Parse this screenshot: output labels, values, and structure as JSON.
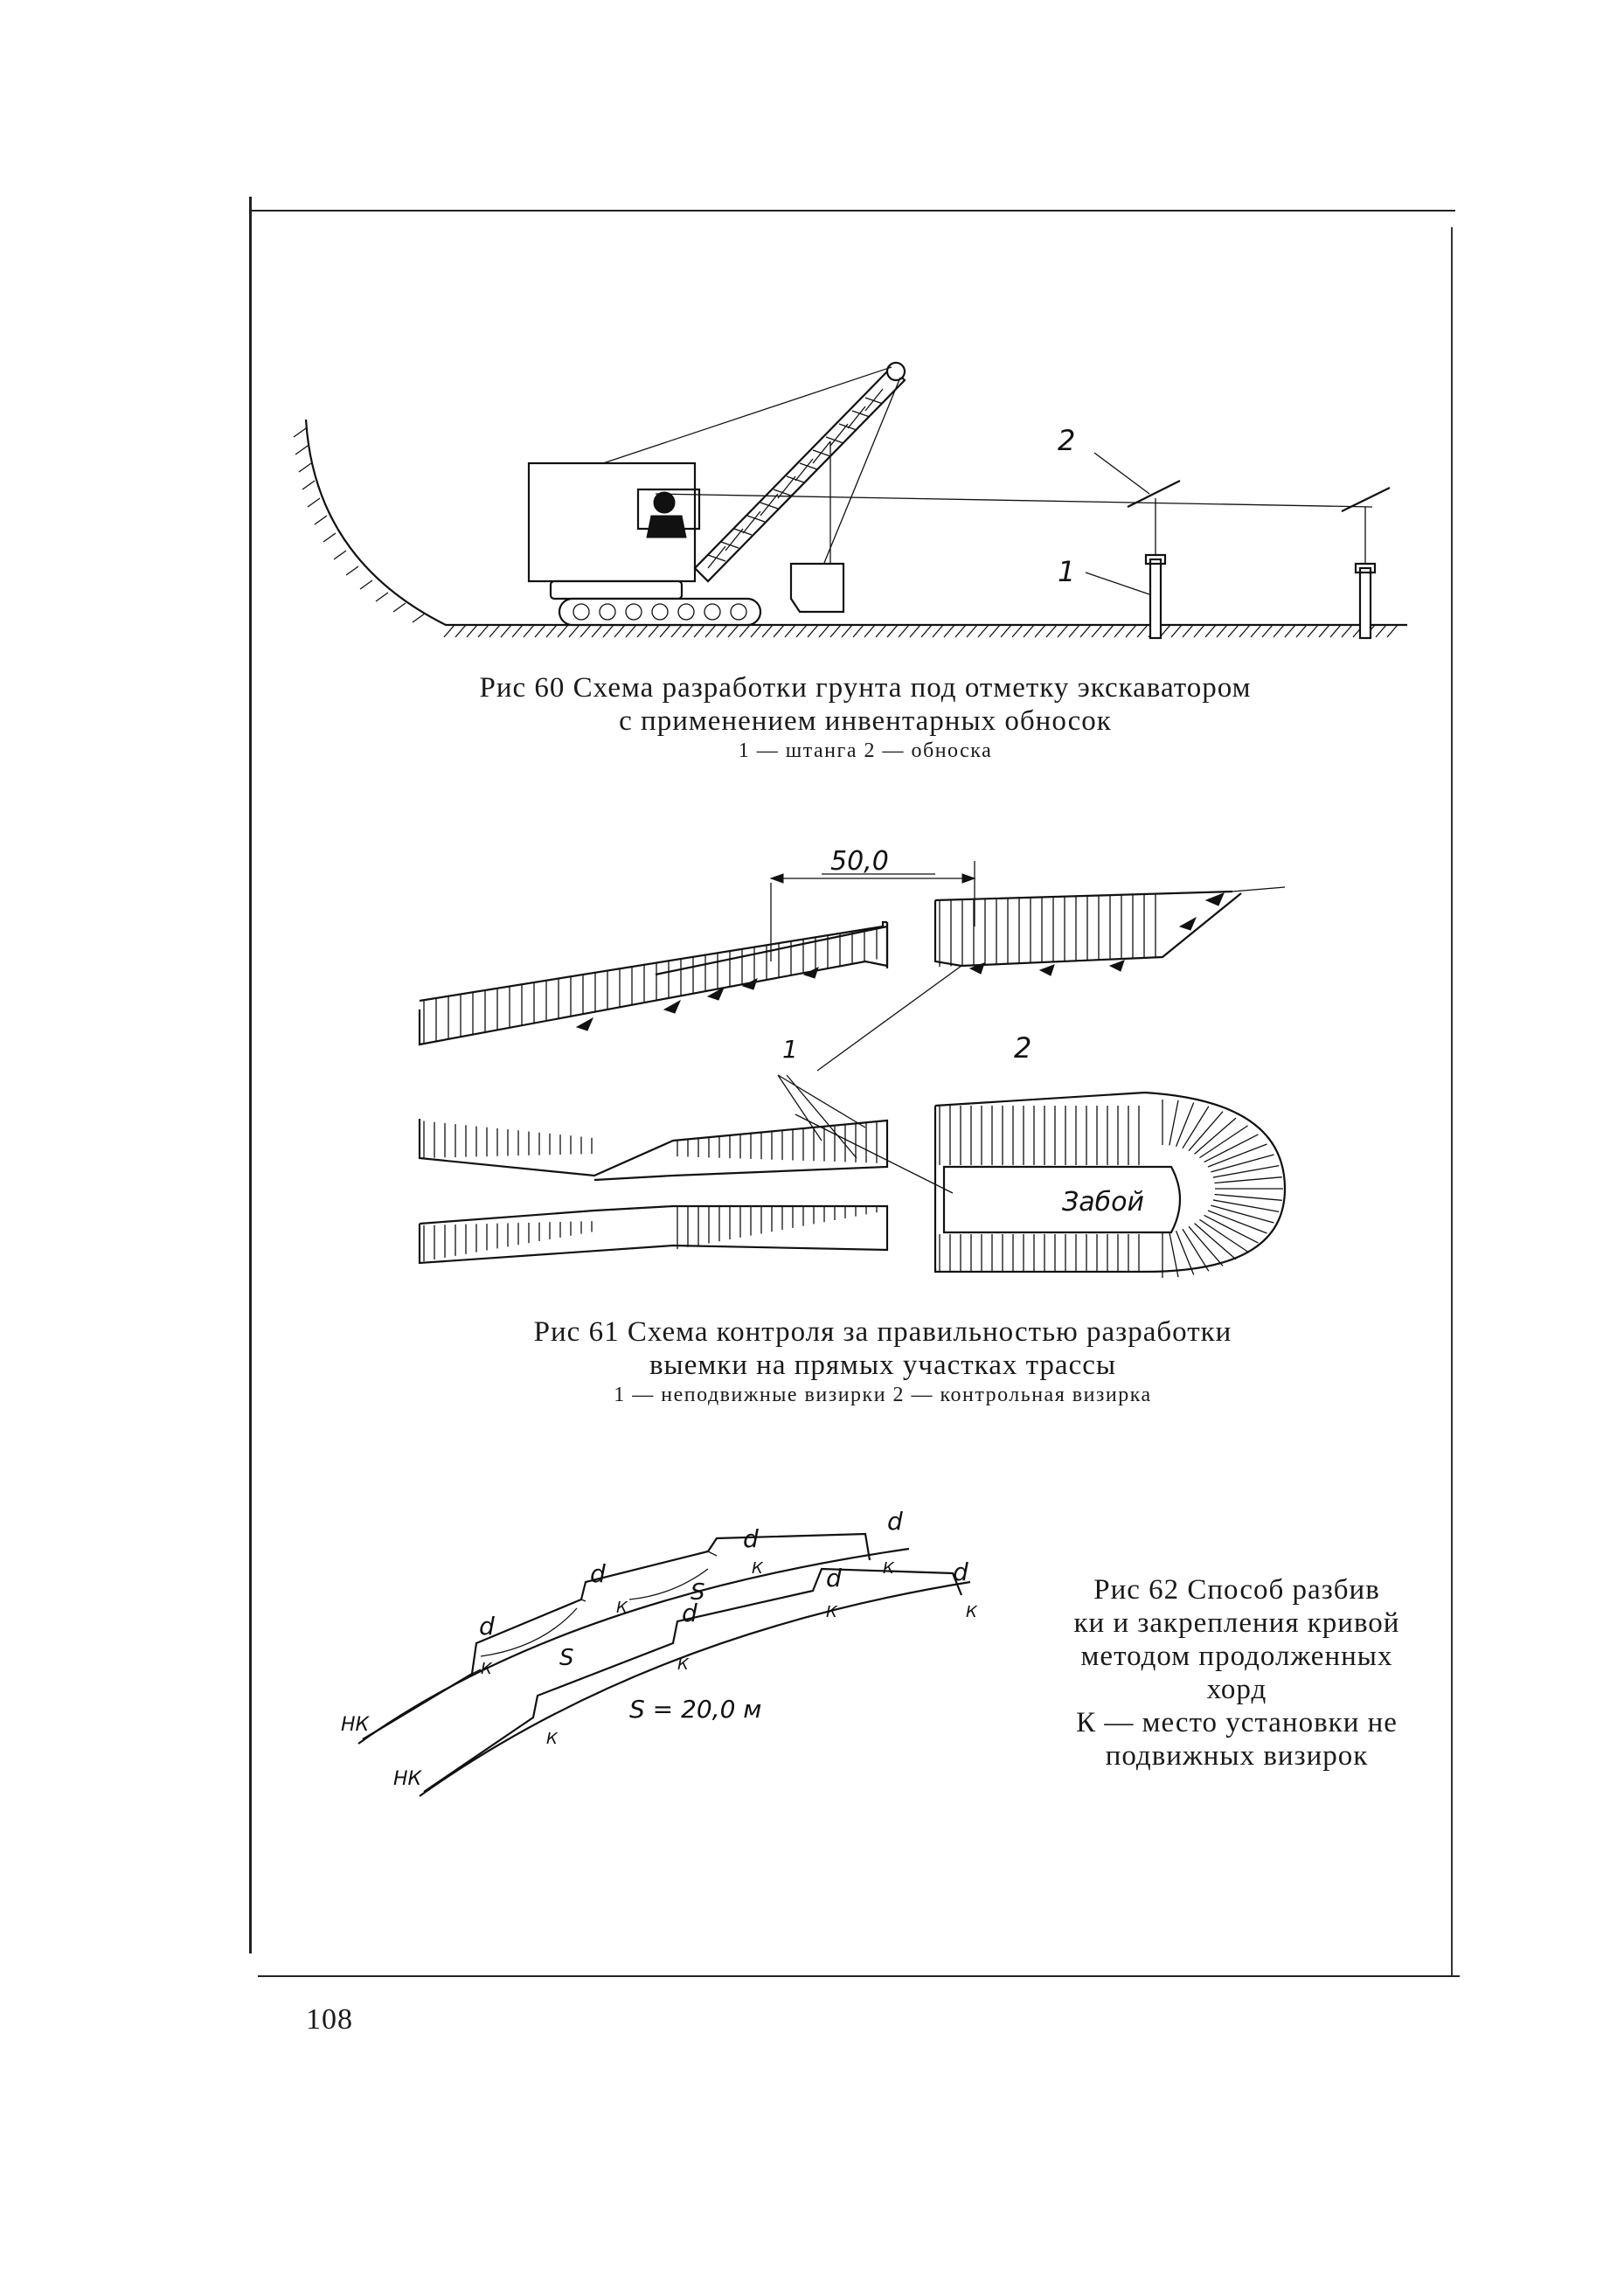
{
  "fig60": {
    "caption_line1": "Рис 60 Схема разработки грунта под отметку экскаватором",
    "caption_line2": "с применением инвентарных обносок",
    "legend": "1 — штанга  2 — обноска",
    "label_1": "1",
    "label_2": "2"
  },
  "fig61": {
    "caption_line1": "Рис 61   Схема  контроля за правильностью  разработки",
    "caption_line2": "выемки на прямых участках трассы",
    "legend": "1 — неподвижные визирки  2 — контрольная визирка",
    "dimension": "50,0",
    "label_1": "1",
    "label_2": "2",
    "label_face": "Забой"
  },
  "fig62": {
    "caption_line1": "Рис 62 Способ разбив",
    "caption_line2": "ки и закрепления кривой",
    "caption_line3": "методом  продолженных",
    "caption_line4": "хорд",
    "caption_line5": "К — место установки не",
    "caption_line6": "подвижных  визирок",
    "label_nk": "НК",
    "label_d": "d",
    "label_k": "К",
    "label_s": "S",
    "label_s_value": "S = 20,0 м"
  },
  "page_number": "108"
}
